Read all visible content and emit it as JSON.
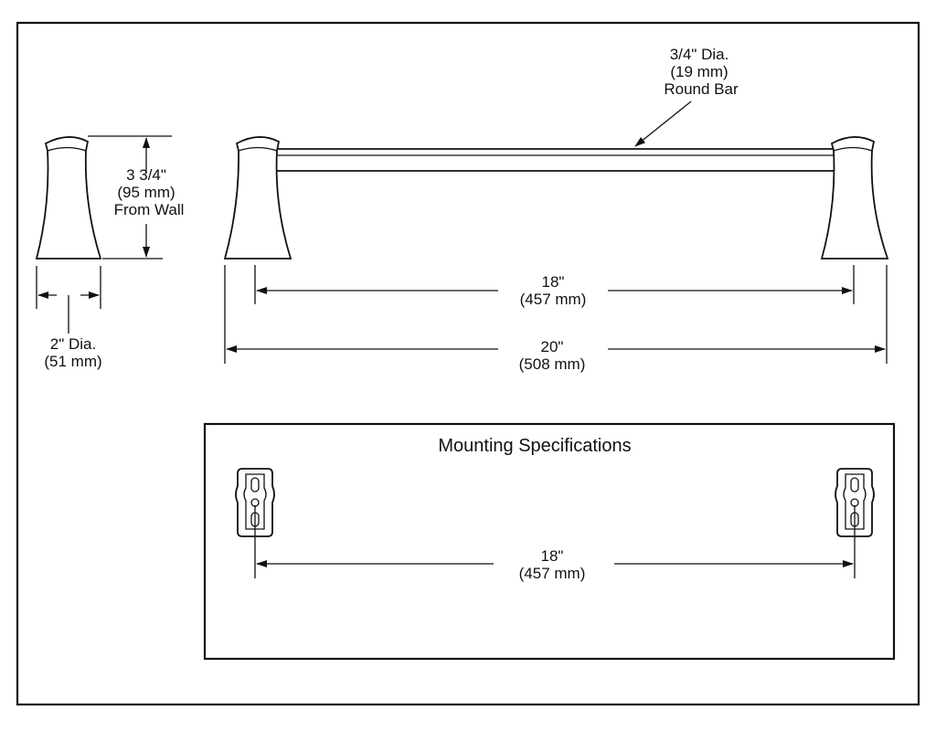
{
  "labels": {
    "bar_dia_line1": "3/4\" Dia.",
    "bar_dia_line2": "(19 mm)",
    "bar_dia_line3": "Round Bar",
    "height_line1": "3 3/4\"",
    "height_line2": "(95 mm)",
    "height_line3": "From Wall",
    "post_dia_line1": "2\" Dia.",
    "post_dia_line2": "(51 mm)",
    "inner_span_line1": "18\"",
    "inner_span_line2": "(457 mm)",
    "overall_line1": "20\"",
    "overall_line2": "(508 mm)"
  },
  "mounting": {
    "title": "Mounting Specifications",
    "span_line1": "18\"",
    "span_line2": "(457 mm)"
  }
}
